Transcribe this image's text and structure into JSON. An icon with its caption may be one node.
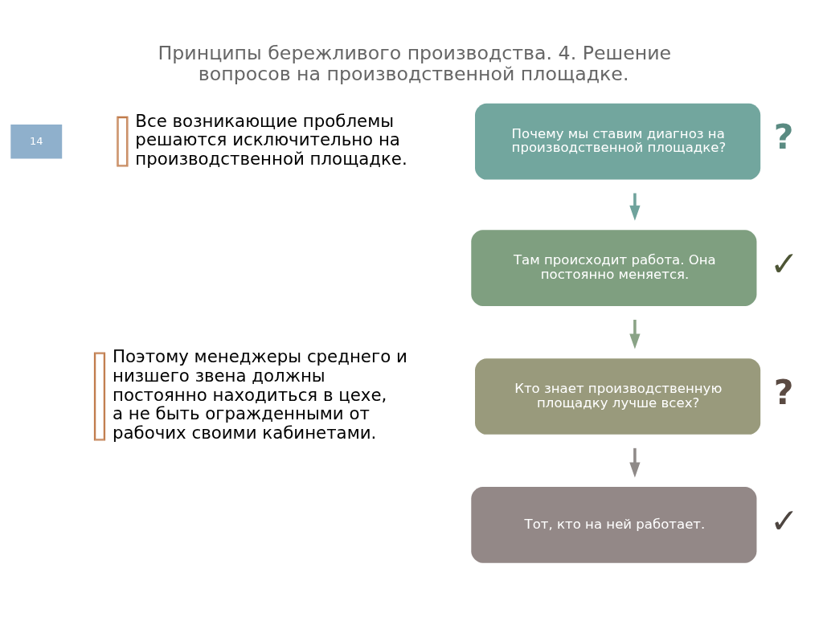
{
  "diagram": {
    "title": "Принципы бережливого производства. 4. Решение вопросов на производственной площадке.",
    "nodes": [
      {
        "text": [
          "Почему мы ставим диагноз на производственной площадке?"
        ],
        "beside": [
          "?"
        ]
      },
      {
        "text": [
          "Там происходит работа. Она постоянно меняется."
        ],
        "beside": [
          "✓"
        ]
      },
      {
        "text": [
          "Кто знает производственную площадку лучше всех?"
        ],
        "beside": [
          "?"
        ]
      },
      {
        "text": [
          "Тот, кто на ней работает."
        ],
        "beside": [
          "✓"
        ]
      }
    ],
    "edges": [
      {
        "from": 0,
        "to": 1,
        "arrow": "to",
        "color": "#6fa39c"
      },
      {
        "from": 1,
        "to": 2,
        "arrow": "to",
        "color": "#8aa386"
      },
      {
        "from": 2,
        "to": 3,
        "arrow": "to",
        "color": "#8f8a88"
      }
    ],
    "labels": [
      "14",
      "Все возникающие проблемы решаются исключительно на производственной площадке.",
      "Поэтому менеджеры среднего и низшего звена должны постоянно находиться в цехе, а не быть огражденными от рабочих своими кабинетами."
    ]
  }
}
